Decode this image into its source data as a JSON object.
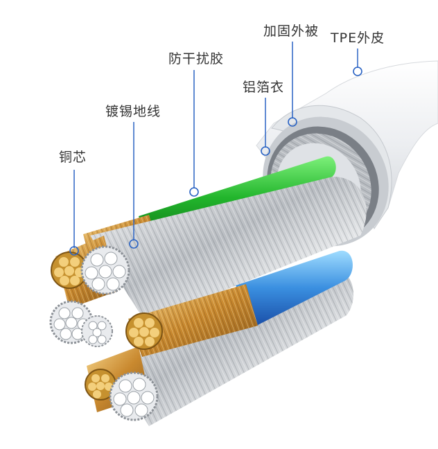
{
  "labels": {
    "copper_core": "铜芯",
    "tinned_ground": "镀锡地线",
    "anti_interference": "防干扰胶",
    "aluminum_foil": "铝箔衣",
    "reinforced_braid": "加固外被",
    "tpe_jacket": "TPE外皮"
  },
  "colors": {
    "callout_line": "#2a63c4",
    "callout_dot_stroke": "#2a63c4",
    "jacket": "#f1f2f4",
    "copper": "#d9a24a",
    "silver": "#c9ccd0",
    "green_insulation": "#2fbf3a",
    "blue_insulation": "#3f8fe0"
  }
}
